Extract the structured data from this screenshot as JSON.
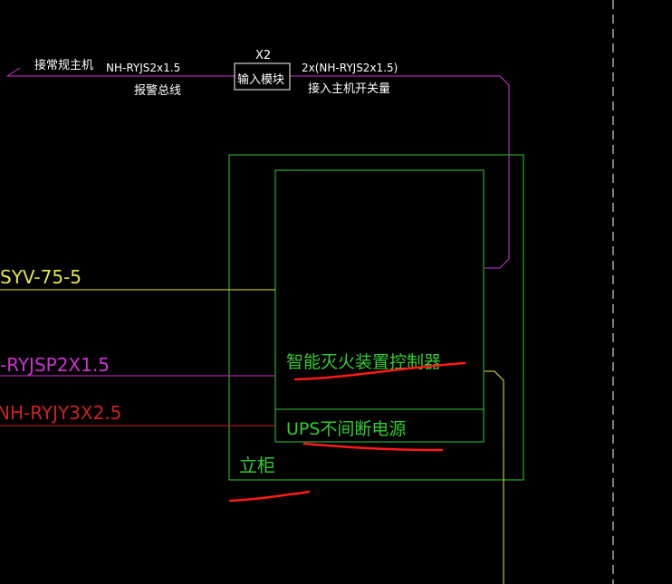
{
  "colors": {
    "background": "#000000",
    "white": "#ffffff",
    "magenta": "#cc33cc",
    "green": "#33cc33",
    "yellow": "#e6e64d",
    "red": "#cc2222",
    "annotation": "#ff1a1a"
  },
  "labels": {
    "connect_main": "接常规主机",
    "bus_cable": "NH-RYJS2x1.5",
    "alarm_bus": "报警总线",
    "module_qty": "X2",
    "input_module": "输入模块",
    "switch_cable": "2x(NH-RYJS2x1.5)",
    "switch_input": "接入主机开关量",
    "coax": "SYV-75-5",
    "signal_cable": "-RYJSP2X1.5",
    "power_cable": "NH-RYJY3X2.5",
    "controller": "智能灭火装置控制器",
    "ups": "UPS不间断电源",
    "cabinet": "立柜"
  }
}
